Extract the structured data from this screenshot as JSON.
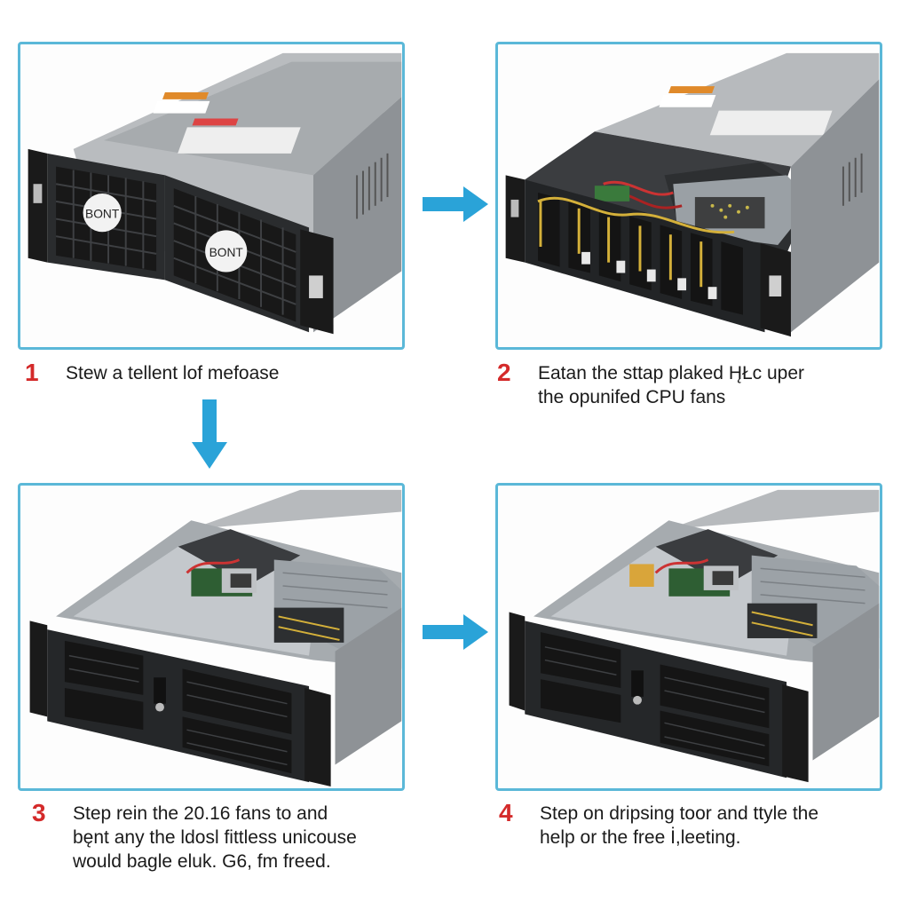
{
  "accent_color": "#5bb8d8",
  "arrow_color": "#2aa3d8",
  "number_color": "#d42a2a",
  "steps": [
    {
      "number": "1",
      "line1": "Stew a tellent lof mefoase",
      "line2": "",
      "line3": "",
      "badge1": "BONT",
      "badge2": "BONT"
    },
    {
      "number": "2",
      "line1": "Eatan the sttap plaked H̨Łc uper",
      "line2": "the opunifed CPU fans",
      "line3": ""
    },
    {
      "number": "3",
      "line1": "Step rein the 20.16 fans to and",
      "line2": "bęnt any the ldosl fittless unicouse",
      "line3": "would bagle eluk. G6, fm freed."
    },
    {
      "number": "4",
      "line1": "Step on dripsing toor and ttyle the",
      "line2": "help  or the free İ,leeting.",
      "line3": ""
    }
  ],
  "icons": {
    "arrow_right_1": "arrow-right-icon",
    "arrow_down": "arrow-down-icon",
    "arrow_right_2": "arrow-right-icon"
  }
}
